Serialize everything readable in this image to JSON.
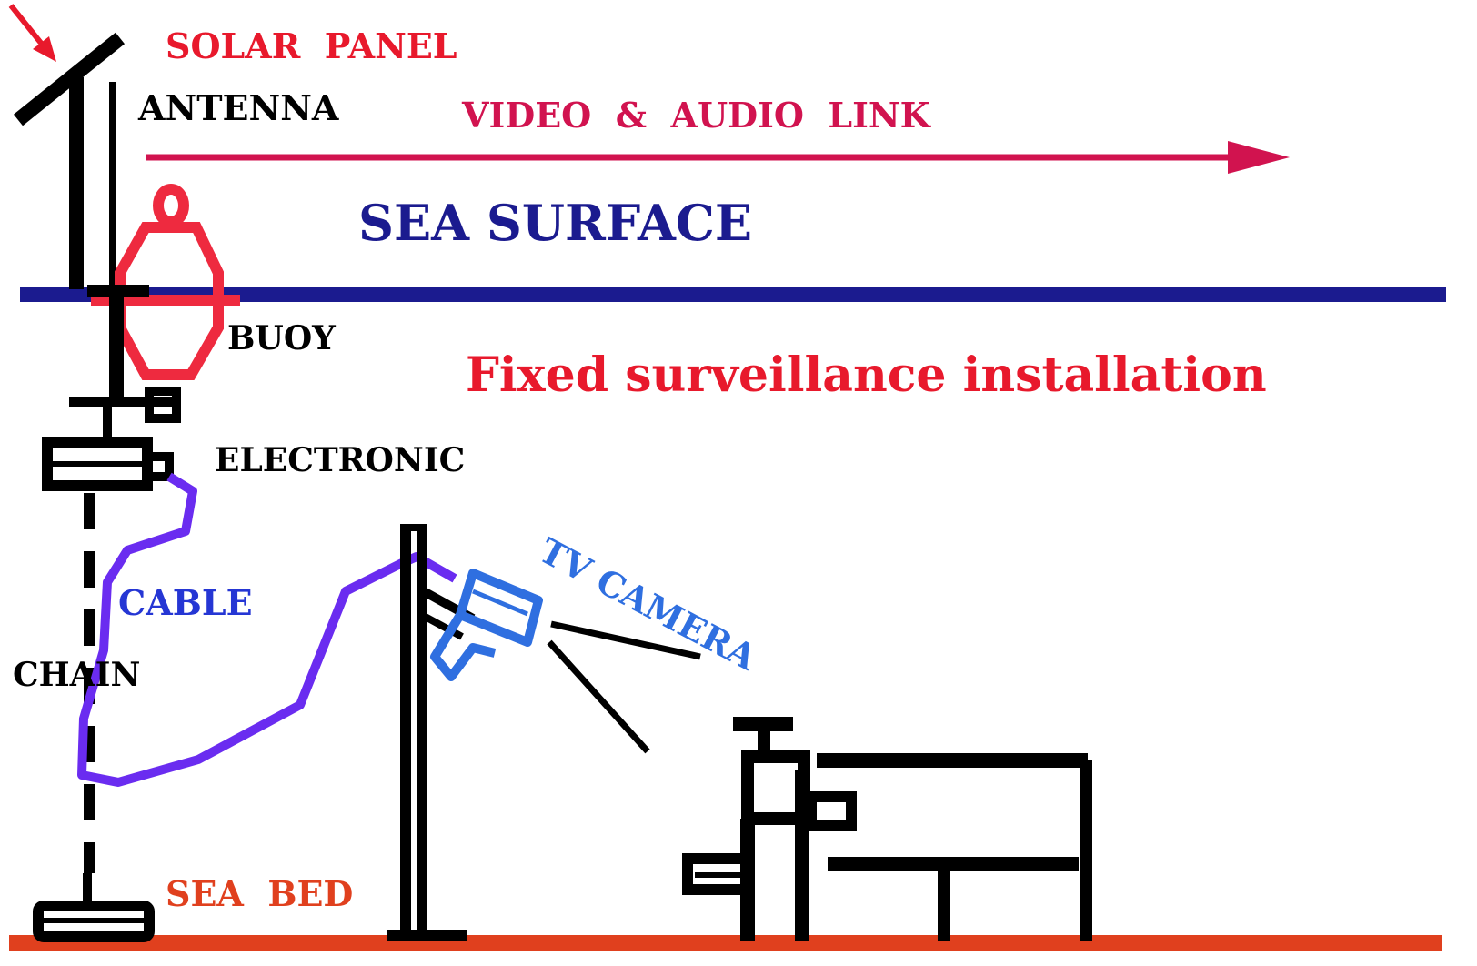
{
  "labels": {
    "solar_panel": "SOLAR  PANEL",
    "antenna": "ANTENNA",
    "video_audio_link": "VIDEO  &  AUDIO  LINK",
    "sea_surface": "SEA SURFACE",
    "buoy": "BUOY",
    "title": "Fixed surveillance installation",
    "electronic": "ELECTRONIC",
    "cable": "CABLE",
    "tv_camera": "TV CAMERA",
    "chain": "CHAIN",
    "sea_bed": "SEA  BED"
  },
  "colors": {
    "solar_label": "#e8192c",
    "link": "#d1134f",
    "sea_surface": "#1b1b8f",
    "buoy": "#ee2a3f",
    "title": "#e8192c",
    "cable": "#6a2cf0",
    "cable_label": "#2536d4",
    "camera": "#2f6fe0",
    "sea_bed": "#e0401e",
    "black": "#000000"
  }
}
